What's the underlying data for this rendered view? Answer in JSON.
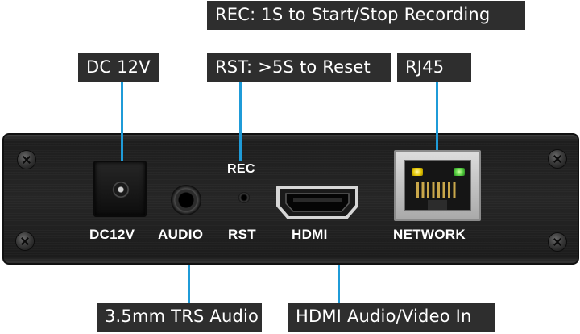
{
  "callouts": {
    "rec": "REC: 1S to Start/Stop Recording",
    "rst": "RST:  >5S to Reset",
    "dc": "DC 12V",
    "rj45": "RJ45",
    "trs_audio": "3.5mm TRS Audio",
    "hdmi_in": "HDMI Audio/Video In"
  },
  "panel_labels": {
    "rec": "REC",
    "dc": "DC12V",
    "audio": "AUDIO",
    "rst": "RST",
    "hdmi": "HDMI",
    "network": "NETWORK"
  },
  "colors": {
    "label_bg": "#2e2e2e",
    "leader_line": "#1f9bd8",
    "panel": "#232323",
    "led_yellow": "#e3c400",
    "led_green": "#4cc83a"
  },
  "icons": [
    "screw-icon",
    "dc-jack",
    "audio-jack",
    "rst-pinhole",
    "hdmi-port",
    "rj45-port"
  ]
}
